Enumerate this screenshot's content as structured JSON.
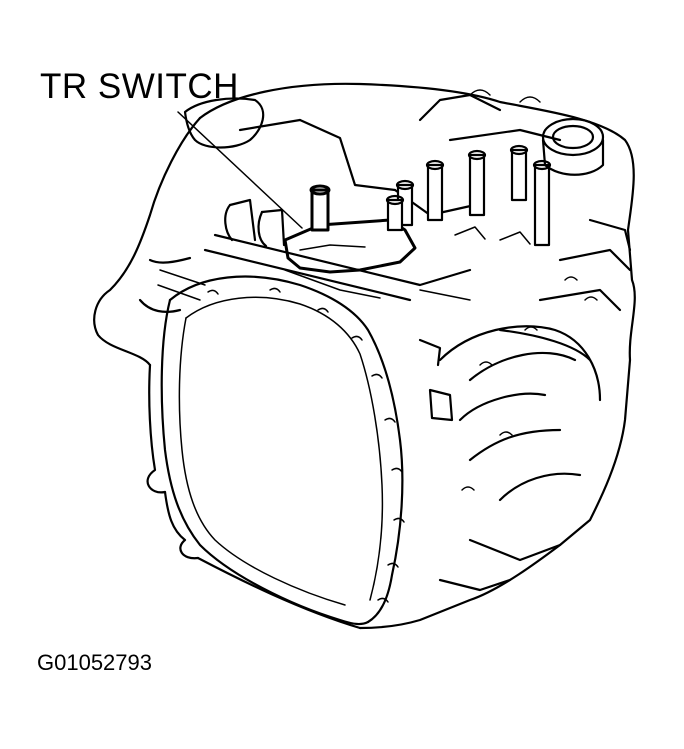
{
  "diagram": {
    "callout": {
      "label": "TR SWITCH",
      "target": "transmission-range-switch"
    },
    "figure_id": "G01052793",
    "colors": {
      "line": "#000000",
      "background": "#ffffff"
    }
  }
}
